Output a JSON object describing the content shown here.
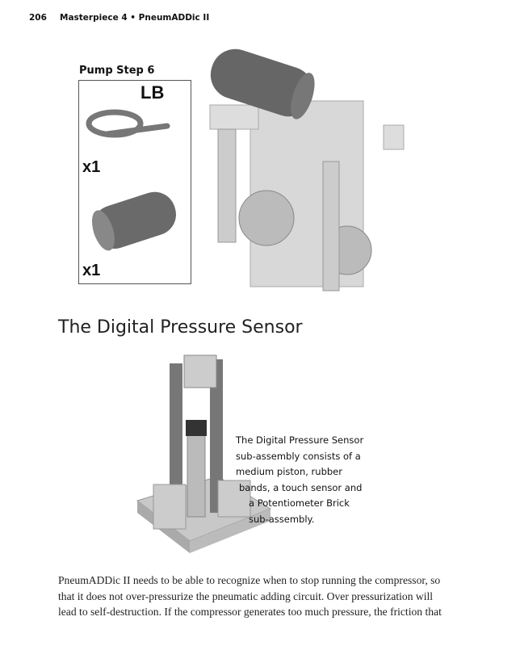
{
  "header": {
    "page_number": "206",
    "running_title": "Masterpiece 4 • PneumADDic II"
  },
  "pump_step": {
    "title": "Pump Step 6",
    "parts": [
      {
        "label": "LB",
        "name": "tube",
        "qty": "x1"
      },
      {
        "name": "air-tank",
        "qty": "x1"
      }
    ]
  },
  "section": {
    "title": "The Digital Pressure Sensor",
    "caption_lines": [
      "The Digital Pressure Sensor",
      "sub-assembly consists of a",
      "medium piston, rubber",
      "bands, a touch sensor and",
      "a Potentiometer Brick",
      "sub-assembly."
    ]
  },
  "body_lines": [
    "PneumADDic II needs to be able to recognize when to stop running the compressor, so",
    "that it does not over-pressurize the pneumatic adding circuit. Over pressurization will",
    "lead to self-destruction. If the compressor generates too much pressure, the friction that"
  ]
}
